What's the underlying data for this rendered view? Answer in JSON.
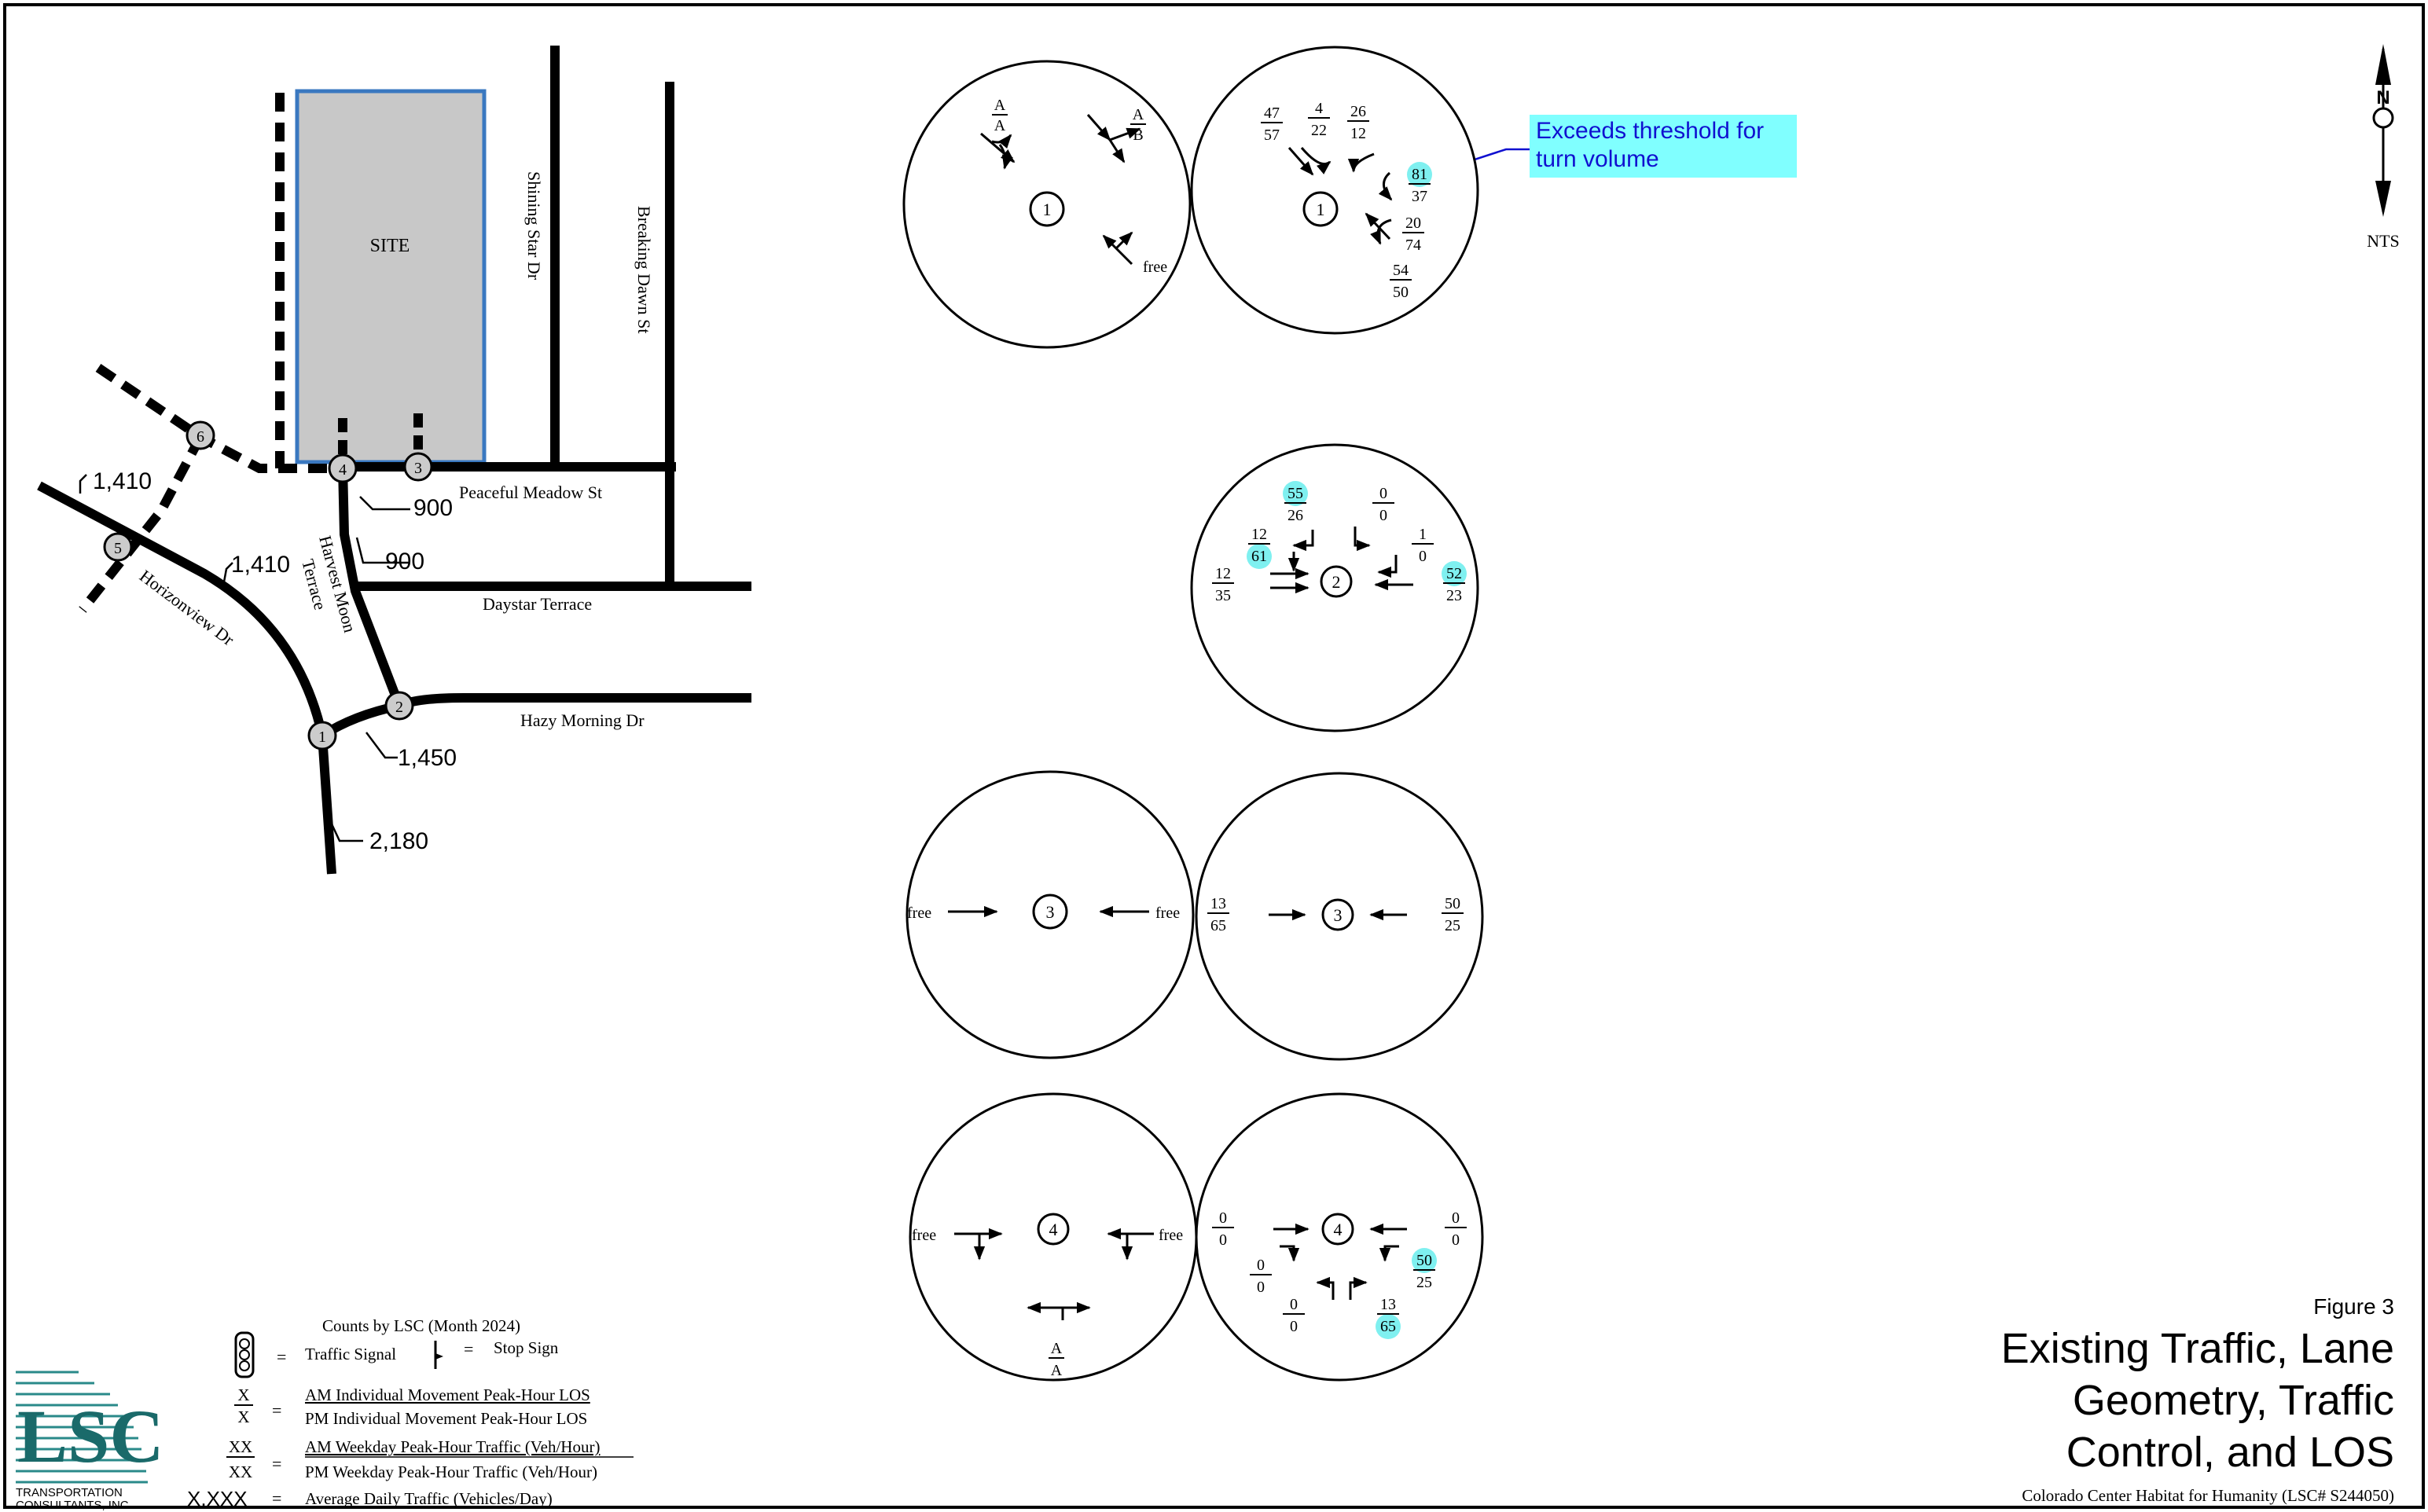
{
  "map": {
    "site_label": "SITE",
    "streets": {
      "shining_star": "Shining Star Dr",
      "breaking_dawn": "Breaking Dawn St",
      "peaceful_meadow": "Peaceful Meadow St",
      "harvest_moon_1": "Harvest Moon",
      "harvest_moon_2": "Terrace",
      "daystar": "Daystar Terrace",
      "hazy_morning": "Hazy Morning Dr",
      "horizonview": "Horizonview Dr"
    },
    "adt": {
      "a1": "1,410",
      "a2": "1,410",
      "a3": "900",
      "a4": "900",
      "a5": "1,450",
      "a6": "2,180"
    },
    "nodes": [
      "1",
      "2",
      "3",
      "4",
      "5",
      "6"
    ]
  },
  "north": {
    "label": "NTS"
  },
  "callout": {
    "line1": "Exceeds threshold for",
    "line2": "turn volume"
  },
  "intersections": {
    "i1": {
      "id": "1",
      "los": [
        [
          "A",
          "A"
        ],
        [
          "A",
          "B"
        ]
      ],
      "free": "free",
      "vol": [
        [
          "47",
          "57"
        ],
        [
          "4",
          "22"
        ],
        [
          "26",
          "12"
        ],
        [
          "81",
          "37"
        ],
        [
          "20",
          "74"
        ],
        [
          "54",
          "50"
        ]
      ]
    },
    "i2": {
      "id": "2",
      "vol": [
        [
          "55",
          "26"
        ],
        [
          "0",
          "0"
        ],
        [
          "12",
          "61"
        ],
        [
          "1",
          "0"
        ],
        [
          "12",
          "35"
        ],
        [
          "52",
          "23"
        ]
      ]
    },
    "i3": {
      "id": "3",
      "free_w": "free",
      "free_e": "free",
      "vol": [
        [
          "13",
          "65"
        ],
        [
          "50",
          "25"
        ]
      ]
    },
    "i4": {
      "id": "4",
      "free_w": "free",
      "free_e": "free",
      "los": [
        "A",
        "A"
      ],
      "vol": [
        [
          "0",
          "0"
        ],
        [
          "0",
          "0"
        ],
        [
          "0",
          "0"
        ],
        [
          "0",
          "0"
        ],
        [
          "50",
          "25"
        ],
        [
          "13",
          "65"
        ]
      ]
    }
  },
  "legend": {
    "counts": "Counts by LSC (Month 2024)",
    "equals": "=",
    "signal": "Traffic Signal",
    "stop": "Stop Sign",
    "los_sym_top": "X",
    "los_sym_bot": "X",
    "los_am": "AM Individual Movement Peak-Hour LOS",
    "los_pm": "PM Individual Movement Peak-Hour LOS",
    "vol_sym_top": "XX",
    "vol_sym_bot": "XX",
    "vol_am": "AM Weekday Peak-Hour Traffic (Veh/Hour)",
    "vol_pm": "PM Weekday Peak-Hour Traffic (Veh/Hour)",
    "adt_sym": "X,XXX",
    "adt": "Average Daily Traffic (Vehicles/Day)"
  },
  "logo": {
    "letters": "LSC",
    "line1": "TRANSPORTATION",
    "line2": "CONSULTANTS, INC."
  },
  "figure": {
    "number": "Figure 3",
    "title1": "Existing Traffic, Lane",
    "title2": "Geometry, Traffic",
    "title3": "Control, and LOS",
    "project": "Colorado Center Habitat for Humanity (LSC# S244050)"
  },
  "colors": {
    "highlight": "#7ff0f0",
    "callout_bg": "#80ffff",
    "callout_text": "#1010d0",
    "site_fill": "#c8c8c8",
    "site_border": "#3a78c0"
  }
}
